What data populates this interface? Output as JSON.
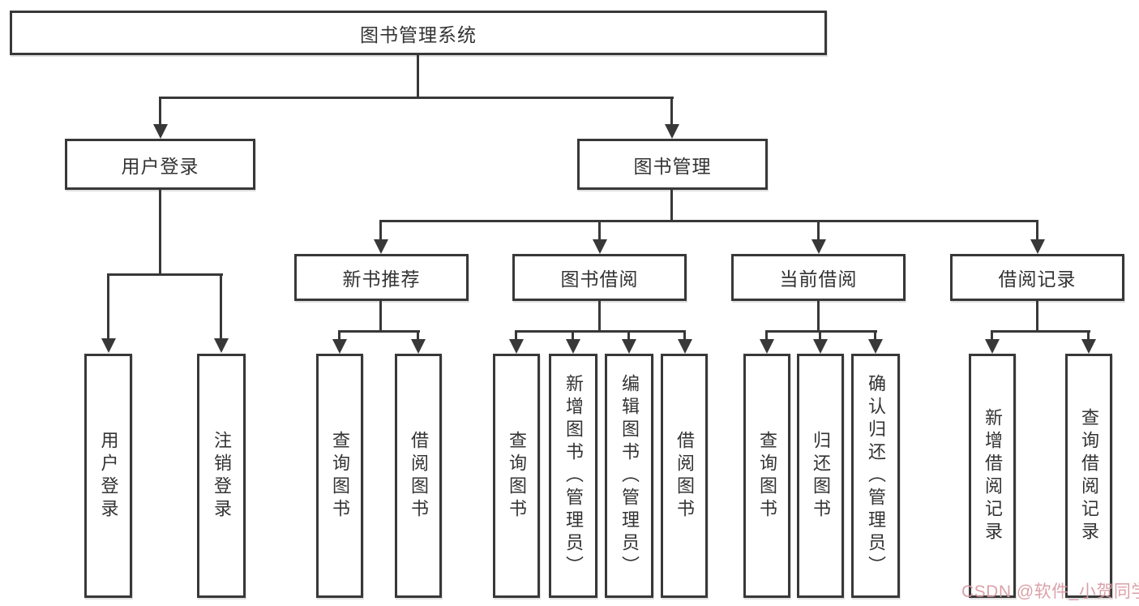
{
  "diagram": {
    "title": "图书管理系统",
    "watermark": "CSDN @软件_小贺同学",
    "colors": {
      "line": "#383838",
      "box_border": "#383838",
      "text": "#333333",
      "background": "#ffffff",
      "watermark": "#d79aa1"
    },
    "nodes": {
      "root": {
        "label": "图书管理系统"
      },
      "user_login": {
        "label": "用户登录"
      },
      "book_mgmt": {
        "label": "图书管理"
      },
      "new_book_rec": {
        "label": "新书推荐"
      },
      "book_borrow": {
        "label": "图书借阅"
      },
      "current_borrow": {
        "label": "当前借阅"
      },
      "borrow_record": {
        "label": "借阅记录"
      },
      "leaf_user_login": {
        "label": "用户登录"
      },
      "leaf_logout": {
        "label": "注销登录"
      },
      "leaf_nbr_query_book": {
        "label": "查询图书"
      },
      "leaf_nbr_borrow_book": {
        "label": "借阅图书"
      },
      "leaf_bb_query_book": {
        "label": "查询图书"
      },
      "leaf_bb_add_book": {
        "label": "新增图书（管理员）"
      },
      "leaf_bb_edit_book": {
        "label": "编辑图书（管理员）"
      },
      "leaf_bb_borrow_book": {
        "label": "借阅图书"
      },
      "leaf_cb_query_book": {
        "label": "查询图书"
      },
      "leaf_cb_return_book": {
        "label": "归还图书"
      },
      "leaf_cb_confirm_return": {
        "label": "确认归还（管理员）"
      },
      "leaf_br_add_record": {
        "label": "新增借阅记录"
      },
      "leaf_br_query_record": {
        "label": "查询借阅记录"
      }
    }
  }
}
